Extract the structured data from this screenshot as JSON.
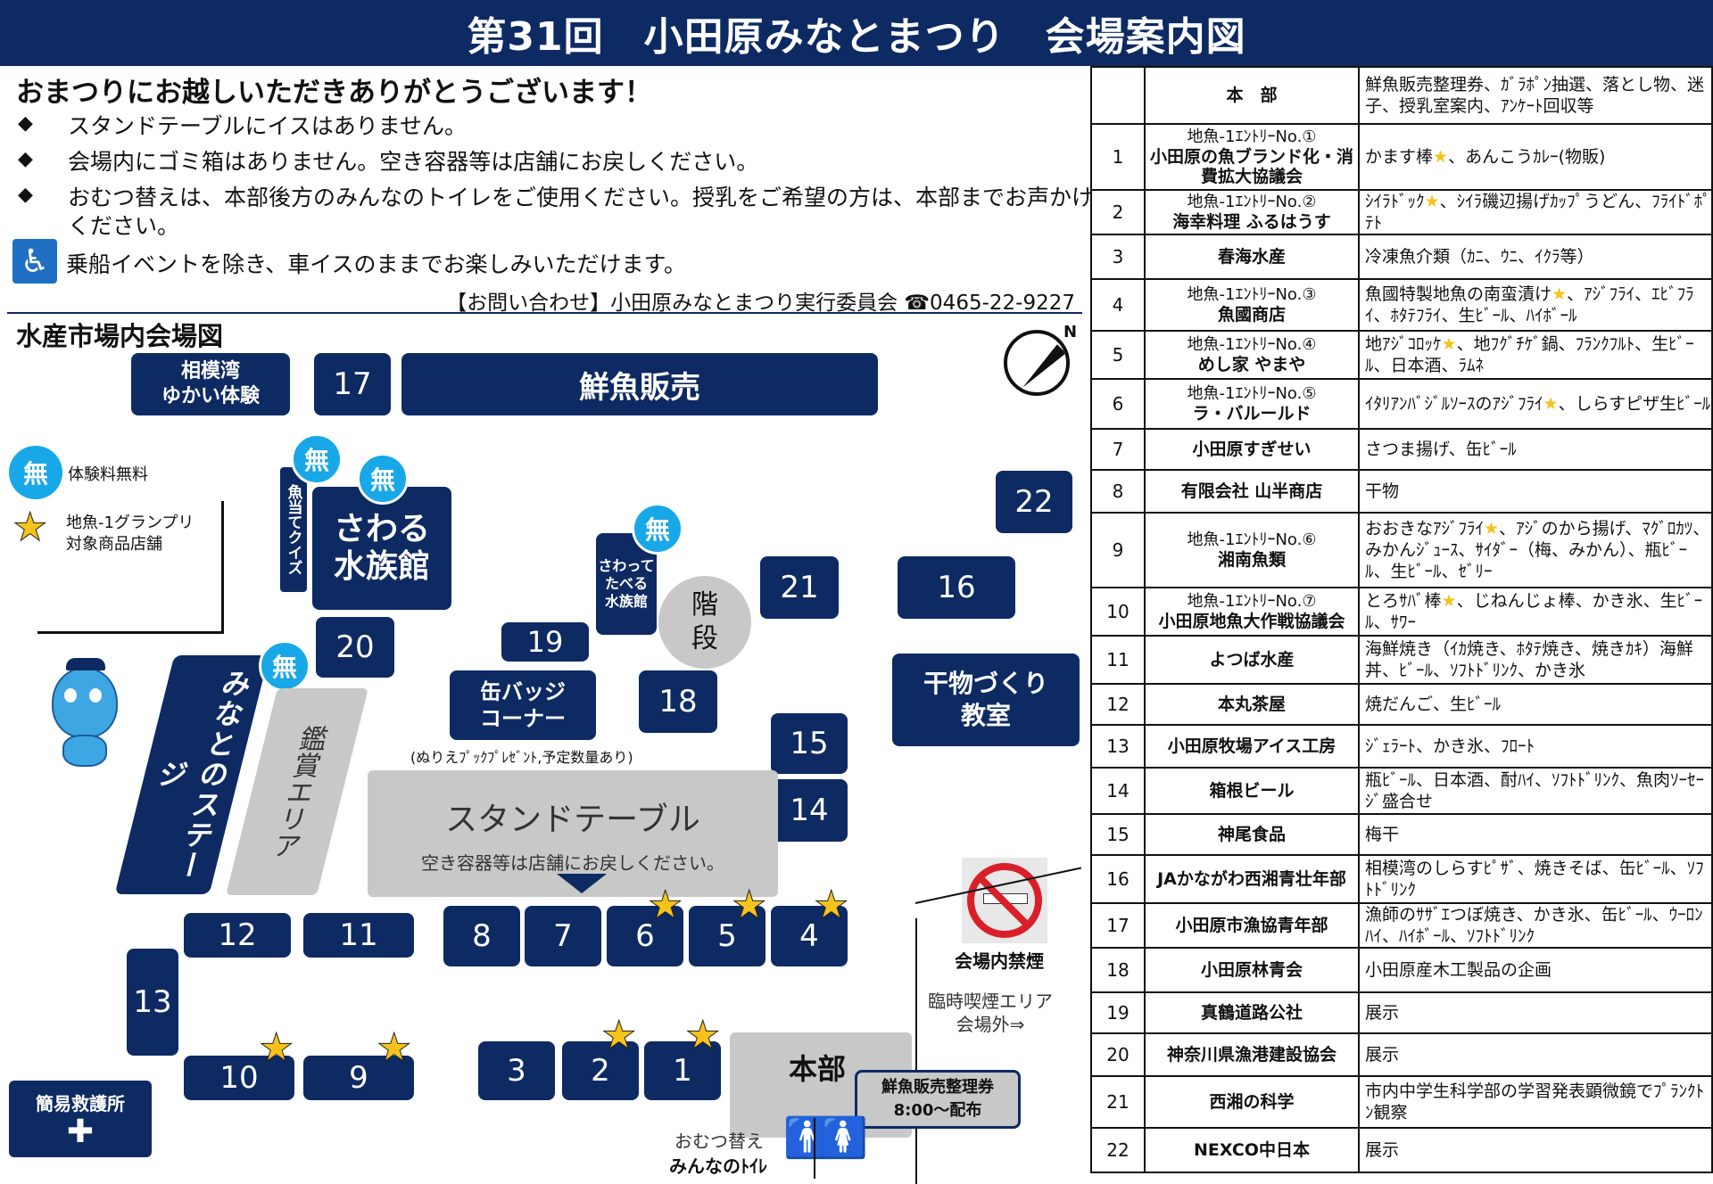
{
  "title": "第31回　小田原みなとまつり　会場案内図",
  "notice": {
    "headline": "おまつりにお越しいただきありがとうございます！",
    "bullet_mark": "◆",
    "bullets": [
      "スタンドテーブルにイスはありません。",
      "会場内にゴミ箱はありません。空き容器等は店舗にお戻しください。",
      "おむつ替えは、本部後方のみんなのトイレをご使用ください。授乳をご希望の方は、本部までお声かけください。"
    ],
    "accessibility": "乗船イベントを除き、車イスのままでお楽しみいただけます。",
    "contact": "【お問い合わせ】小田原みなとまつり実行委員会 ☎0465-22-9227"
  },
  "map": {
    "title": "水産市場内会場図",
    "legend": {
      "free_badge": "無",
      "free_label": "体験料無料",
      "star_label_1": "地魚-1グランプリ",
      "star_label_2": "対象商品店舗"
    },
    "areas": {
      "sagami": "相模湾\nゆかい体験",
      "fresh_fish": "鮮魚販売",
      "quiz": "魚当てクイズ",
      "aquarium": "さわる\n水族館",
      "touch_eat": "さわって\nたべる\n水族館",
      "stairs": "階\n段",
      "badge_corner": "缶バッジ\nコーナー",
      "badge_note": "(ぬりえﾌﾟｯｸﾌﾟﾚｾﾞﾝﾄ,予定数量あり)",
      "stage": "みなとのステージ",
      "viewing": "鑑賞エリア",
      "stand_table": "スタンドテーブル",
      "stand_note": "空き容器等は店舗にお戻しください。",
      "himono": "干物づくり\n教室",
      "hq": "本部",
      "ticket": "鮮魚販売整理券\n8:00～配布",
      "first_aid": "簡易救護所",
      "no_smoking": "会場内禁煙",
      "smoking_area": "臨時喫煙エリア\n会場外⇒",
      "diaper": "おむつ替え",
      "toilet": "みんなのﾄｲﾚ",
      "north": "N"
    },
    "booth_numbers": [
      "1",
      "2",
      "3",
      "4",
      "5",
      "6",
      "7",
      "8",
      "9",
      "10",
      "11",
      "12",
      "13",
      "14",
      "15",
      "16",
      "17",
      "18",
      "19",
      "20",
      "21",
      "22"
    ]
  },
  "table": [
    {
      "no": "",
      "entry": "",
      "name": "本　部",
      "items": "鮮魚販売整理券、ｶﾞﾗﾎﾟﾝ抽選、落とし物、迷子、授乳室案内、ｱﾝｹｰﾄ回収等"
    },
    {
      "no": "1",
      "entry": "地魚-1ｴﾝﾄﾘｰNo.①",
      "name": "小田原の魚ブランド化・消費拡大協議会",
      "items": "かます棒★、あんこうｶﾚｰ(物販)"
    },
    {
      "no": "2",
      "entry": "地魚-1ｴﾝﾄﾘｰNo.②",
      "name": "海幸料理 ふるはうす",
      "items": "ｼｲﾗﾄﾞｯｸ★、ｼｲﾗ磯辺揚げｶｯﾌﾟうどん、ﾌﾗｲﾄﾞﾎﾟﾃﾄ"
    },
    {
      "no": "3",
      "entry": "",
      "name": "春海水産",
      "items": "冷凍魚介類（ｶﾆ、ｳﾆ、ｲｸﾗ等）"
    },
    {
      "no": "4",
      "entry": "地魚-1ｴﾝﾄﾘｰNo.③",
      "name": "魚國商店",
      "items": "魚國特製地魚の南蛮漬け★、ｱｼﾞﾌﾗｲ、ｴﾋﾞﾌﾗｲ、ﾎﾀﾃﾌﾗｲ、生ﾋﾞｰﾙ、ﾊｲﾎﾞｰﾙ"
    },
    {
      "no": "5",
      "entry": "地魚-1ｴﾝﾄﾘｰNo.④",
      "name": "めし家 やまや",
      "items": "地ｱｼﾞｺﾛｯｹ★、地ﾌｸﾞﾁｹﾞ鍋、ﾌﾗﾝｸﾌﾙﾄ、生ﾋﾞｰﾙ、日本酒、ﾗﾑﾈ"
    },
    {
      "no": "6",
      "entry": "地魚-1ｴﾝﾄﾘｰNo.⑤",
      "name": "ラ・バルールド",
      "items": "ｲﾀﾘｱﾝﾊﾞｼﾞﾙｿｰｽのｱｼﾞﾌﾗｲ★、しらすピザ生ﾋﾞｰﾙ"
    },
    {
      "no": "7",
      "entry": "",
      "name": "小田原すぎせい",
      "items": "さつま揚げ、缶ﾋﾞｰﾙ"
    },
    {
      "no": "8",
      "entry": "",
      "name": "有限会社 山半商店",
      "items": "干物"
    },
    {
      "no": "9",
      "entry": "地魚-1ｴﾝﾄﾘｰNo.⑥",
      "name": "湘南魚類",
      "items": "おおきなｱｼﾞﾌﾗｲ★、ｱｼﾞのから揚げ、ﾏｸﾞﾛｶﾂ、みかんｼﾞｭｰｽ、ｻｲﾀﾞｰ（梅、みかん）、瓶ﾋﾞｰﾙ、生ﾋﾞｰﾙ、ｾﾞﾘｰ"
    },
    {
      "no": "10",
      "entry": "地魚-1ｴﾝﾄﾘｰNo.⑦",
      "name": "小田原地魚大作戦協議会",
      "items": "とろｻﾊﾞ棒★、じねんじょ棒、かき氷、生ﾋﾞｰﾙ、ｻﾜｰ"
    },
    {
      "no": "11",
      "entry": "",
      "name": "よつば水産",
      "items": "海鮮焼き（ｲｶ焼き、ﾎﾀﾃ焼き、焼きｶｷ）海鮮丼、ﾋﾞｰﾙ、ｿﾌﾄﾄﾞﾘﾝｸ、かき氷"
    },
    {
      "no": "12",
      "entry": "",
      "name": "本丸茶屋",
      "items": "焼だんご、生ﾋﾞｰﾙ"
    },
    {
      "no": "13",
      "entry": "",
      "name": "小田原牧場アイス工房",
      "items": "ｼﾞｪﾗｰﾄ、かき氷、ﾌﾛｰﾄ"
    },
    {
      "no": "14",
      "entry": "",
      "name": "箱根ビール",
      "items": "瓶ﾋﾞｰﾙ、日本酒、酎ﾊｲ、ｿﾌﾄﾄﾞﾘﾝｸ、魚肉ｿｰｾｰｼﾞ盛合せ"
    },
    {
      "no": "15",
      "entry": "",
      "name": "神尾食品",
      "items": "梅干"
    },
    {
      "no": "16",
      "entry": "",
      "name": "JAかながわ西湘青壮年部",
      "items": "相模湾のしらすﾋﾟｻﾞ、焼きそば、缶ﾋﾞｰﾙ、ｿﾌﾄﾄﾞﾘﾝｸ"
    },
    {
      "no": "17",
      "entry": "",
      "name": "小田原市漁協青年部",
      "items": "漁師のｻｻﾞｴつぼ焼き、かき氷、缶ﾋﾞｰﾙ、ｳｰﾛﾝﾊｲ、ﾊｲﾎﾞｰﾙ、ｿﾌﾄﾄﾞﾘﾝｸ"
    },
    {
      "no": "18",
      "entry": "",
      "name": "小田原林青会",
      "items": "小田原産木工製品の企画"
    },
    {
      "no": "19",
      "entry": "",
      "name": "真鶴道路公社",
      "items": "展示"
    },
    {
      "no": "20",
      "entry": "",
      "name": "神奈川県漁港建設協会",
      "items": "展示"
    },
    {
      "no": "21",
      "entry": "",
      "name": "西湘の科学",
      "items": "市内中学生科学部の学習発表顕微鏡でﾌﾟﾗﾝｸﾄﾝ観察"
    },
    {
      "no": "22",
      "entry": "",
      "name": "NEXCO中日本",
      "items": "展示"
    }
  ]
}
